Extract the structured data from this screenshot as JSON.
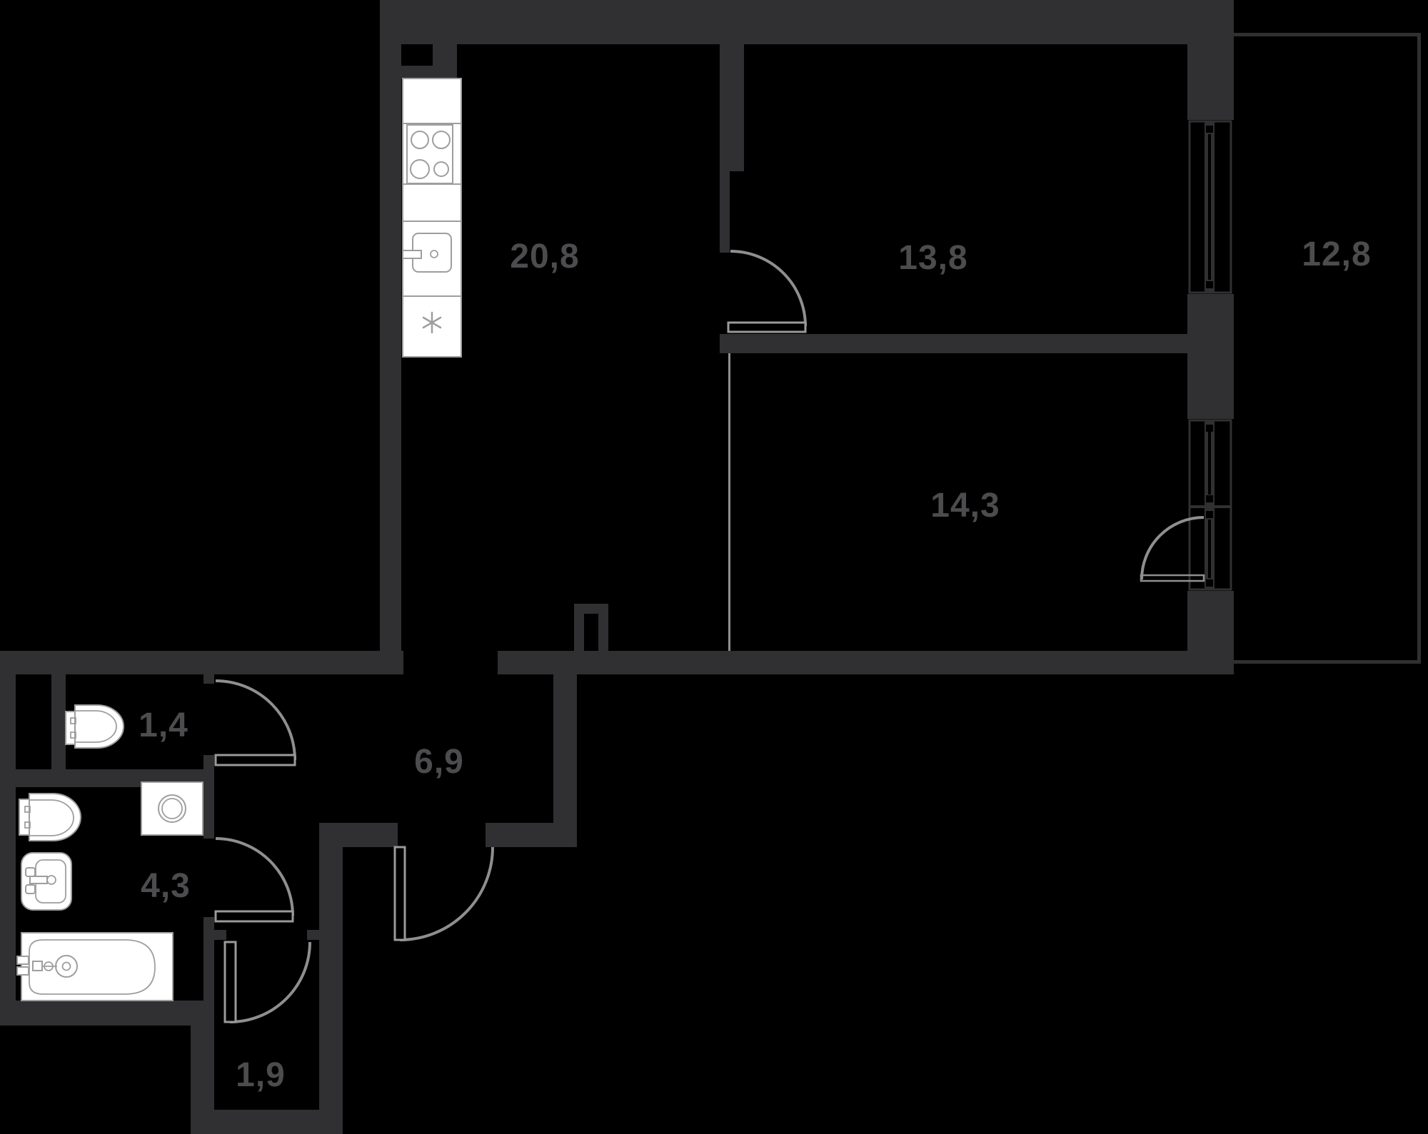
{
  "plan": {
    "type": "apartment-floor-plan",
    "background_color": "#000000",
    "wall_color": "#303032",
    "door_arc_color": "#8f8f8f",
    "fixture_stroke_color": "#9e9e9e",
    "fixture_fill_color": "#ffffff",
    "label_color": "#4c4c4e",
    "rooms": [
      {
        "id": "kitchen-living",
        "label": "20,8"
      },
      {
        "id": "bedroom",
        "label": "13,8"
      },
      {
        "id": "loggia",
        "label": "12,8"
      },
      {
        "id": "room",
        "label": "14,3"
      },
      {
        "id": "hallway",
        "label": "6,9"
      },
      {
        "id": "wc",
        "label": "1,4"
      },
      {
        "id": "bathroom",
        "label": "4,3"
      },
      {
        "id": "storage",
        "label": "1,9"
      }
    ],
    "fixtures": [
      "stove-icon",
      "kitchen-sink-icon",
      "snowflake-icon",
      "toilet-icon",
      "toilet-icon",
      "washing-machine-icon",
      "bathroom-sink-icon",
      "bathtub-icon"
    ],
    "openings": [
      "bedroom-door-arc",
      "wc-door-arc",
      "bathroom-door-arc",
      "storage-door-arc",
      "entrance-door-arc",
      "balcony-door-arc",
      "bedroom-window",
      "room-window"
    ]
  }
}
